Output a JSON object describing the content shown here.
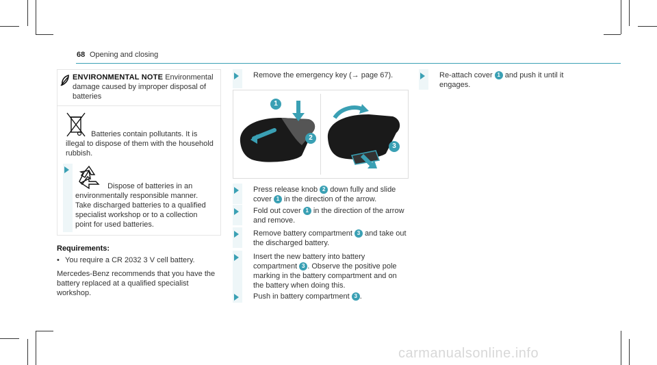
{
  "header": {
    "page_number": "68",
    "section": "Opening and closing"
  },
  "note": {
    "title": "ENVIRONMENTAL NOTE",
    "title_rest": "Environmental damage caused by improper disposal of batteries",
    "battery_text": "Batteries contain pollutants. It is illegal to dispose of them with the household rubbish.",
    "recycle_text": "Dispose of batteries in an environmentally responsible manner. Take discharged batteries to a qualified specialist workshop or to a collection point for used batteries."
  },
  "requirements": {
    "title": "Requirements:",
    "item": "You require a CR 2032 3 V cell battery.",
    "text": "Mercedes-Benz recommends that you have the battery replaced at a qualified specialist workshop."
  },
  "figure": {
    "label_1": "1",
    "label_2": "2",
    "label_3": "3"
  },
  "step_remove_key": "Remove the emergency key (→ page 67).",
  "steps_mid": [
    {
      "a": "Press release knob",
      "n": "2",
      "b": "down fully and slide cover",
      "n2": "1",
      "c": "in the direction of the arrow."
    },
    {
      "a": "Fold out cover",
      "n": "1",
      "b": "in the direction of the arrow and remove.",
      "n2": "",
      "c": ""
    },
    {
      "a": "Remove battery compartment",
      "n": "3",
      "b": "and take out the discharged battery.",
      "n2": "",
      "c": ""
    },
    {
      "a": "Insert the new battery into battery compartment",
      "n": "3",
      "b": ". Observe the positive pole marking in the battery compartment and on the battery when doing this.",
      "n2": "",
      "c": ""
    },
    {
      "a": "Push in battery compartment",
      "n": "3",
      "b": ".",
      "n2": "",
      "c": ""
    }
  ],
  "step_right": {
    "a": "Re-attach cover",
    "n": "1",
    "b": "and push it until it engages."
  },
  "watermark": "carmanualsonline.info",
  "colors": {
    "accent": "#3aa0b4",
    "bar": "#eef6f8"
  }
}
